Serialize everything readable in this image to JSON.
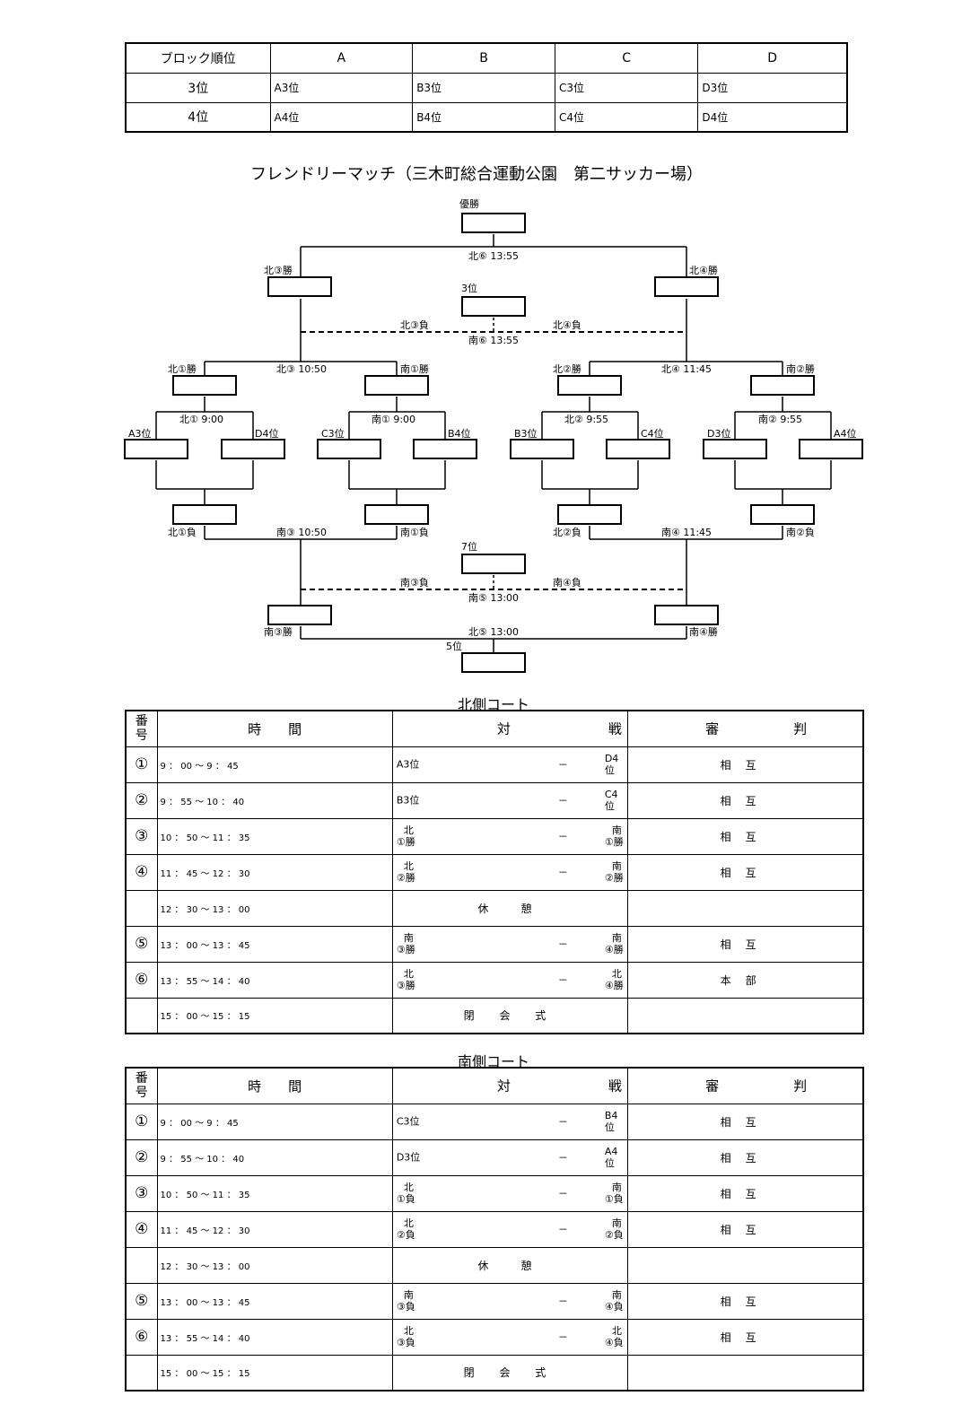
{
  "rank_table": {
    "headers": [
      "ブロック順位",
      "A",
      "B",
      "C",
      "D"
    ],
    "rows": [
      {
        "rank": "3位",
        "cells": [
          "A3位",
          "B3位",
          "C3位",
          "D3位"
        ]
      },
      {
        "rank": "4位",
        "cells": [
          "A4位",
          "B4位",
          "C4位",
          "D4位"
        ]
      }
    ]
  },
  "title": "フレンドリーマッチ（三木町総合運動公園　第二サッカー場）",
  "bracket": {
    "champion": "優勝",
    "final": "北⑥ 13:55",
    "third_place": "3位",
    "third_match": "南⑥ 13:55",
    "fifth_place": "5位",
    "fifth_match": "北⑤ 13:00",
    "seventh_place": "7位",
    "seventh_match": "南⑤ 13:00",
    "n3_win": "北③勝",
    "n4_win": "北④勝",
    "n3_lose": "北③負",
    "n4_lose": "北④負",
    "s3_win": "南③勝",
    "s4_win": "南④勝",
    "s3_lose": "南③負",
    "s4_lose": "南④負",
    "n1_win": "北①勝",
    "s1_win": "南①勝",
    "n2_win": "北②勝",
    "s2_win": "南②勝",
    "n1_lose": "北①負",
    "s1_lose": "南①負",
    "n2_lose": "北②負",
    "s2_lose": "南②負",
    "n3_match": "北③ 10:50",
    "n4_match": "北④ 11:45",
    "s3_match": "南③ 10:50",
    "s4_match": "南④ 11:45",
    "n1_match": "北① 9:00",
    "s1_match": "南① 9:00",
    "n2_match": "北② 9:55",
    "s2_match": "南② 9:55",
    "teams": [
      "A3位",
      "D4位",
      "C3位",
      "B4位",
      "B3位",
      "C4位",
      "D3位",
      "A4位"
    ]
  },
  "north": {
    "title": "北側コート",
    "headers": {
      "num": "番号",
      "time": "時　　間",
      "match_left": "対",
      "match_right": "戦",
      "ref_left": "審",
      "ref_right": "判"
    },
    "rows": [
      {
        "num": "①",
        "time": "9 ： 00 ～ 9 ： 45",
        "left": "A3位",
        "dash": "－",
        "right": "D4位",
        "ref": "相互"
      },
      {
        "num": "②",
        "time": "9 ： 55 ～ 10 ： 40",
        "left": "B3位",
        "dash": "－",
        "right": "C4位",
        "ref": "相互"
      },
      {
        "num": "③",
        "time": "10 ： 50 ～ 11 ： 35",
        "left1": "北",
        "left2": "①勝",
        "dash": "－",
        "right1": "南",
        "right2": "①勝",
        "ref": "相互"
      },
      {
        "num": "④",
        "time": "11 ： 45 ～ 12 ： 30",
        "left1": "北",
        "left2": "②勝",
        "dash": "－",
        "right1": "南",
        "right2": "②勝",
        "ref": "相互"
      },
      {
        "num": "",
        "time": "12 ： 30 ～ 13 ： 00",
        "center": "休　憩",
        "ref": ""
      },
      {
        "num": "⑤",
        "time": "13 ： 00 ～ 13 ： 45",
        "left1": "南",
        "left2": "③勝",
        "dash": "－",
        "right1": "南",
        "right2": "④勝",
        "ref": "相互"
      },
      {
        "num": "⑥",
        "time": "13 ： 55 ～ 14 ： 40",
        "left1": "北",
        "left2": "③勝",
        "dash": "－",
        "right1": "北",
        "right2": "④勝",
        "ref": "本部"
      },
      {
        "num": "",
        "time": "15 ： 00 ～ 15 ： 15",
        "center": "閉 会 式",
        "ref": ""
      }
    ]
  },
  "south": {
    "title": "南側コート",
    "headers": {
      "num": "番号",
      "time": "時　　間",
      "match_left": "対",
      "match_right": "戦",
      "ref_left": "審",
      "ref_right": "判"
    },
    "rows": [
      {
        "num": "①",
        "time": "9 ： 00 ～ 9 ： 45",
        "left": "C3位",
        "dash": "－",
        "right": "B4位",
        "ref": "相互"
      },
      {
        "num": "②",
        "time": "9 ： 55 ～ 10 ： 40",
        "left": "D3位",
        "dash": "－",
        "right": "A4位",
        "ref": "相互"
      },
      {
        "num": "③",
        "time": "10 ： 50 ～ 11 ： 35",
        "left1": "北",
        "left2": "①負",
        "dash": "－",
        "right1": "南",
        "right2": "①負",
        "ref": "相互"
      },
      {
        "num": "④",
        "time": "11 ： 45 ～ 12 ： 30",
        "left1": "北",
        "left2": "②負",
        "dash": "－",
        "right1": "南",
        "right2": "②負",
        "ref": "相互"
      },
      {
        "num": "",
        "time": "12 ： 30 ～ 13 ： 00",
        "center": "休　憩",
        "ref": ""
      },
      {
        "num": "⑤",
        "time": "13 ： 00 ～ 13 ： 45",
        "left1": "南",
        "left2": "③負",
        "dash": "－",
        "right1": "南",
        "right2": "④負",
        "ref": "相互"
      },
      {
        "num": "⑥",
        "time": "13 ： 55 ～ 14 ： 40",
        "left1": "北",
        "left2": "③負",
        "dash": "－",
        "right1": "北",
        "right2": "④負",
        "ref": "相互"
      },
      {
        "num": "",
        "time": "15 ： 00 ～ 15 ： 15",
        "center": "閉 会 式",
        "ref": ""
      }
    ]
  }
}
